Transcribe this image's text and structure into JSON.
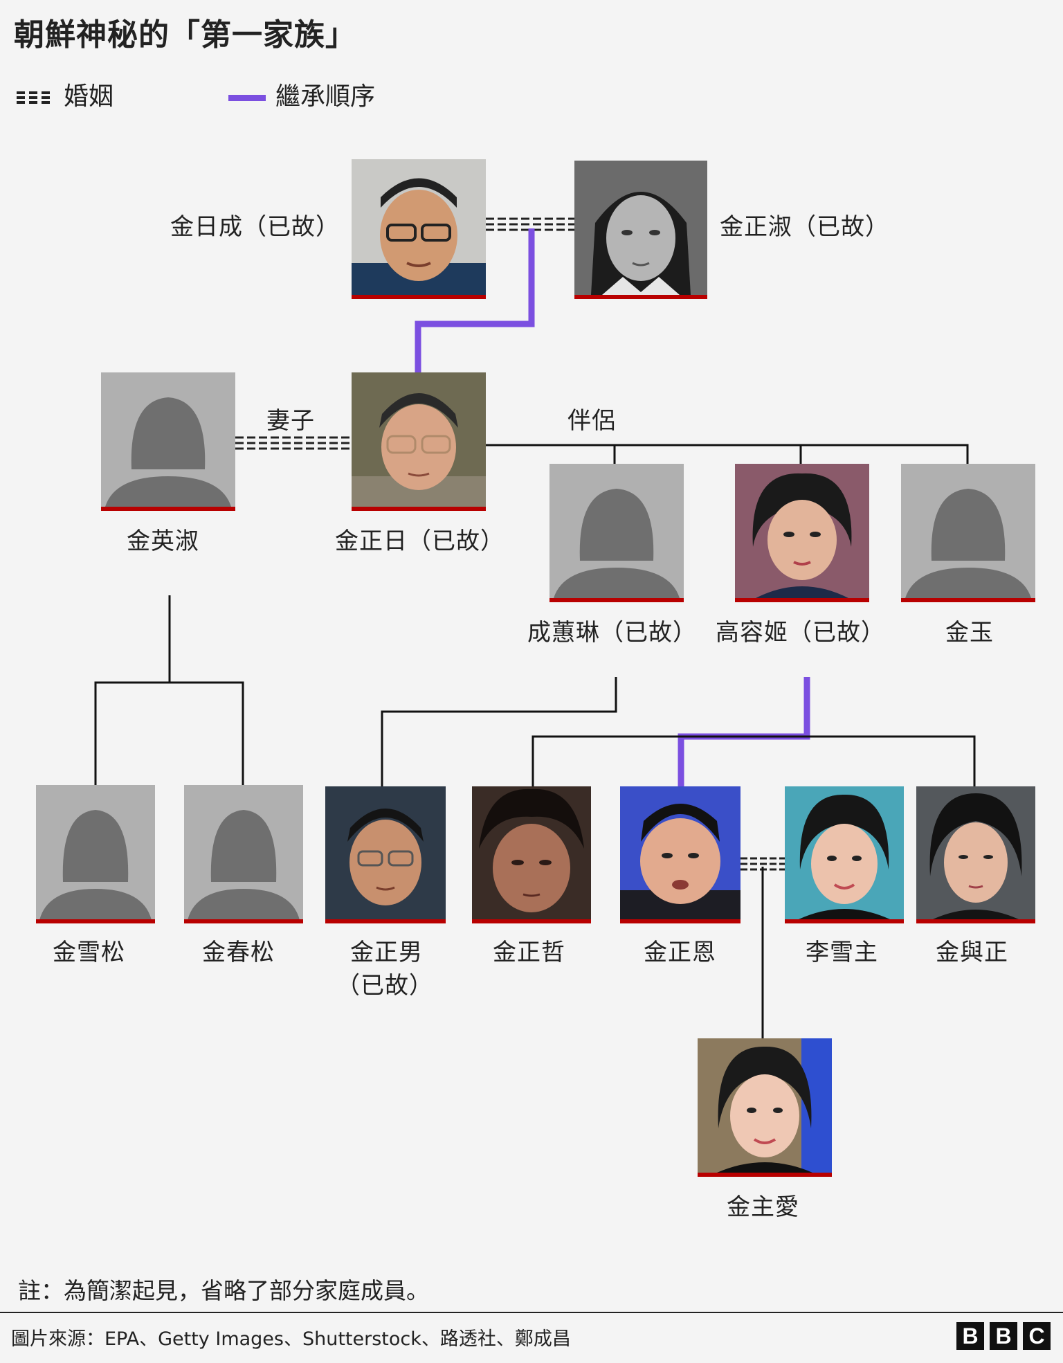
{
  "title": "朝鮮神秘的「第一家族」",
  "legend": {
    "marriage_label": "婚姻",
    "succession_label": "繼承順序",
    "marriage_color": "#222222",
    "succession_color": "#7b4fe0"
  },
  "labels": {
    "wife": "妻子",
    "partner": "伴侶"
  },
  "people": {
    "kim_il_sung": "金日成（已故）",
    "kim_jong_suk": "金正淑（已故）",
    "kim_young_sook": "金英淑",
    "kim_jong_il": "金正日（已故）",
    "sung_hae_rim": "成蕙琳（已故）",
    "ko_yong_hui": "高容姬（已故）",
    "kim_ok": "金玉",
    "kim_sol_song": "金雪松",
    "kim_chun_song": "金春松",
    "kim_jong_nam": "金正男",
    "kim_jong_nam_note": "（已故）",
    "kim_jong_chol": "金正哲",
    "kim_jong_un": "金正恩",
    "ri_sol_ju": "李雪主",
    "kim_yo_jong": "金與正",
    "kim_ju_ae": "金主愛"
  },
  "note": "註：為簡潔起見，省略了部分家庭成員。",
  "credit": "圖片來源：EPA、Getty Images、Shutterstock、路透社、鄭成昌",
  "brand": [
    "B",
    "B",
    "C"
  ],
  "colors": {
    "accent_red": "#b80000",
    "background": "#f4f4f4"
  }
}
